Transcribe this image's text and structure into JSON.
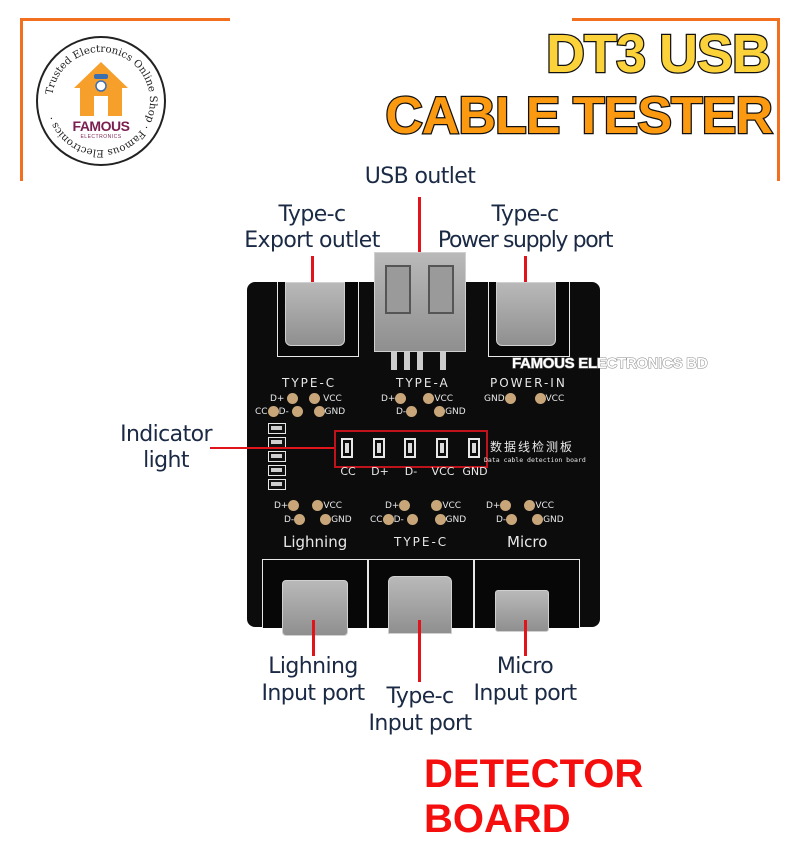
{
  "brand": {
    "logo_ring_text": "Trusted Electronics Online Shop · Famous Electronics ·",
    "logo_name": "FAMOUS",
    "logo_sub": "ELECTRONICS",
    "watermark": "FAMOUS ELECTRONICS BD"
  },
  "title": {
    "line1": "DT3 USB",
    "line2": "CABLE TESTER"
  },
  "footer": "DETECTOR BOARD",
  "callouts": {
    "usb_outlet": "USB outlet",
    "typec_export_line1": "Type-c",
    "typec_export_line2": "Export outlet",
    "typec_power_line1": "Type-c",
    "typec_power_line2": "Power supply port",
    "indicator_line1": "Indicator",
    "indicator_line2": "light",
    "lightning_input_line1": "Lighning",
    "lightning_input_line2": "Input port",
    "typec_input_line1": "Type-c",
    "typec_input_line2": "Input port",
    "micro_input_line1": "Micro",
    "micro_input_line2": "Input port"
  },
  "board": {
    "top_sections": [
      {
        "label": "TYPE-C",
        "pins": [
          "D+",
          "VCC",
          "CC",
          "D-",
          "GND"
        ]
      },
      {
        "label": "TYPE-A",
        "pins": [
          "D+",
          "VCC",
          "D-",
          "GND"
        ]
      },
      {
        "label": "POWER-IN",
        "pins": [
          "GND",
          "VCC"
        ]
      }
    ],
    "leds": [
      "CC",
      "D+",
      "D-",
      "VCC",
      "GND"
    ],
    "chinese_label": "数据线检测板",
    "english_label": "Data cable detection board",
    "bottom_sections": [
      {
        "label": "Lighning",
        "pins": [
          "D+",
          "VCC",
          "D-",
          "GND"
        ]
      },
      {
        "label": "TYPE-C",
        "pins": [
          "D+",
          "VCC",
          "CC",
          "D-",
          "GND"
        ]
      },
      {
        "label": "Micro",
        "pins": [
          "D+",
          "VCC",
          "D-",
          "GND"
        ]
      }
    ]
  },
  "colors": {
    "frame_orange": "#f26f1f",
    "title_yellow": "#fcd23a",
    "title_orange": "#fb9a11",
    "footer_red": "#f50e0e",
    "callout_red": "#e1141c",
    "pad_gold": "#c8a67a"
  }
}
